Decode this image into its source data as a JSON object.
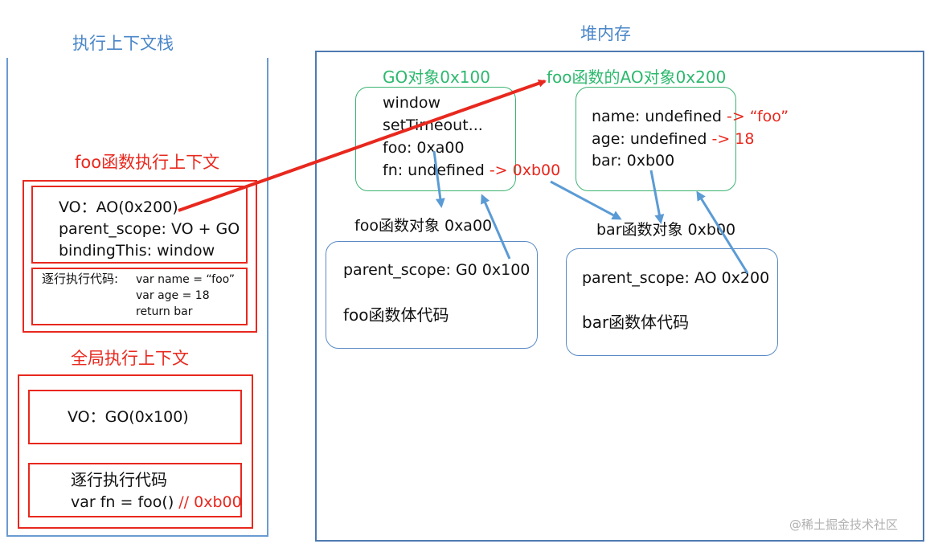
{
  "stack": {
    "title": "执行上下文栈",
    "foo_ctx": {
      "title": "foo函数执行上下文",
      "vo": "VO：AO(0x200)",
      "parent_scope": "parent_scope: VO + GO",
      "binding_this": "bindingThis: window",
      "exec_label": "逐行执行代码:",
      "code": [
        "var name = “foo”",
        "var age = 18",
        "return bar"
      ]
    },
    "global_ctx": {
      "title": "全局执行上下文",
      "vo": "VO：GO(0x100)",
      "exec_label": "逐行执行代码",
      "code_main": "var fn = foo()",
      "code_comment": "// 0xb00"
    }
  },
  "heap": {
    "title": "堆内存",
    "go": {
      "title": "GO对象0x100",
      "lines": [
        "window",
        "setTimeout...",
        "foo: 0xa00"
      ],
      "fn_label": "fn: undefined",
      "fn_change": "-> 0xb00"
    },
    "foo_ao": {
      "title": "foo函数的AO对象0x200",
      "name_label": "name: undefined",
      "name_change": "-> “foo”",
      "age_label": "age: undefined",
      "age_change": "-> 18",
      "bar": "bar: 0xb00"
    },
    "foo_obj": {
      "title": "foo函数对象 0xa00",
      "parent_scope": "parent_scope: G0 0x100",
      "body": "foo函数体代码"
    },
    "bar_obj": {
      "title": "bar函数对象 0xb00",
      "parent_scope": "parent_scope: AO 0x200",
      "body": "bar函数体代码"
    }
  },
  "watermark": "@稀土掘金技术社区",
  "colors": {
    "red": "#e8281e",
    "blue_arrow": "#5b9bd5",
    "green": "#3cb371",
    "title_blue": "#4a86c8"
  }
}
